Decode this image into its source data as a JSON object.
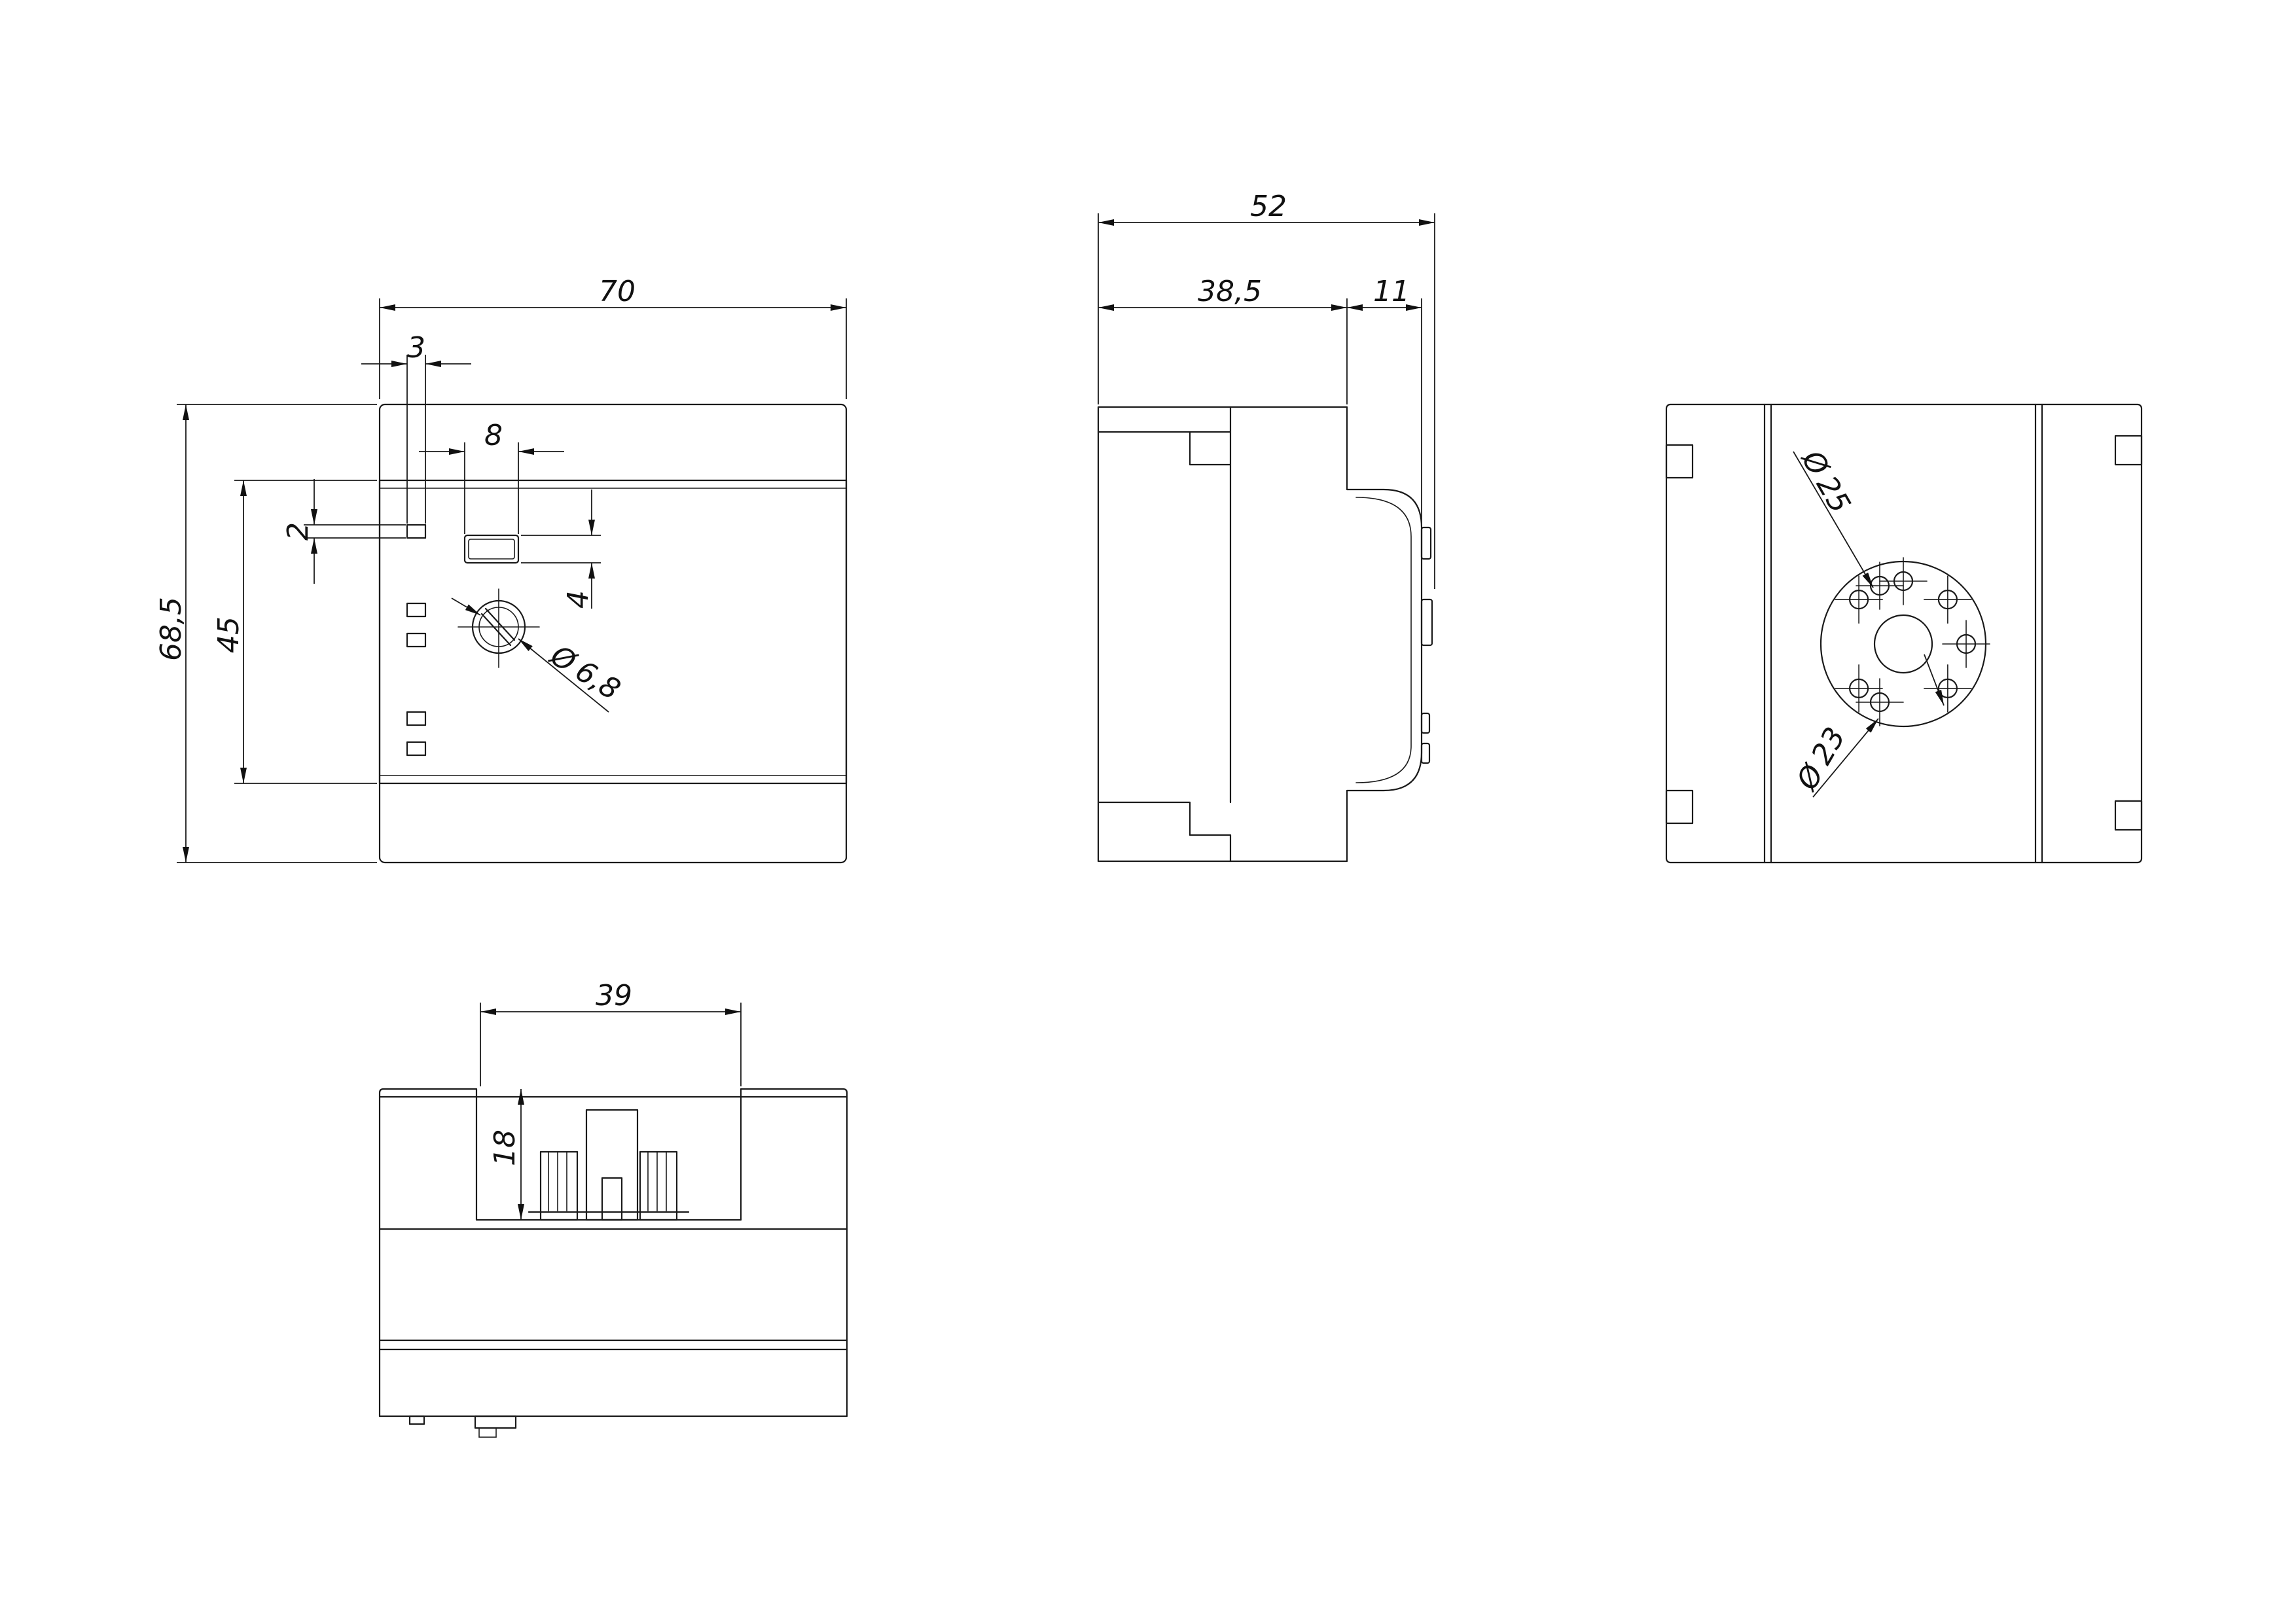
{
  "colors": {
    "line": "#1a1a1a",
    "background": "#ffffff"
  },
  "front_view": {
    "width": "70",
    "height": "68,5",
    "window_height": "45",
    "led_width": "3",
    "led_height": "2",
    "display_width": "8",
    "display_height": "4",
    "knob_diameter": "6,8",
    "diameter_symbol": "Ø"
  },
  "side_view": {
    "total_depth": "52",
    "body_depth": "38,5",
    "terminal_depth": "11"
  },
  "rear_view": {
    "outer_diameter": "25",
    "pin_circle_diameter": "23",
    "diameter_symbol": "Ø"
  },
  "bottom_view": {
    "slot_width": "39",
    "slot_depth": "18"
  }
}
